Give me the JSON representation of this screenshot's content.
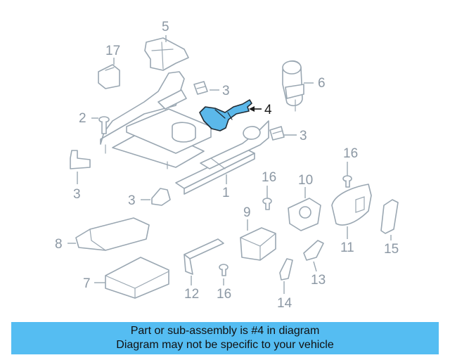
{
  "diagram": {
    "highlight_color": "#5bb8ea",
    "callouts": {
      "c1": "1",
      "c2": "2",
      "c3a": "3",
      "c3b": "3",
      "c3c": "3",
      "c3d": "3",
      "c4": "4",
      "c5": "5",
      "c6": "6",
      "c7": "7",
      "c8": "8",
      "c9": "9",
      "c10": "10",
      "c11": "11",
      "c12": "12",
      "c13": "13",
      "c14": "14",
      "c15": "15",
      "c16a": "16",
      "c16b": "16",
      "c16c": "16",
      "c17": "17"
    },
    "highlighted_part": "4"
  },
  "banner": {
    "line1": "Part or sub-assembly is #4 in diagram",
    "line2": "Diagram may not be specific to your vehicle",
    "color": "#55bdf2"
  }
}
